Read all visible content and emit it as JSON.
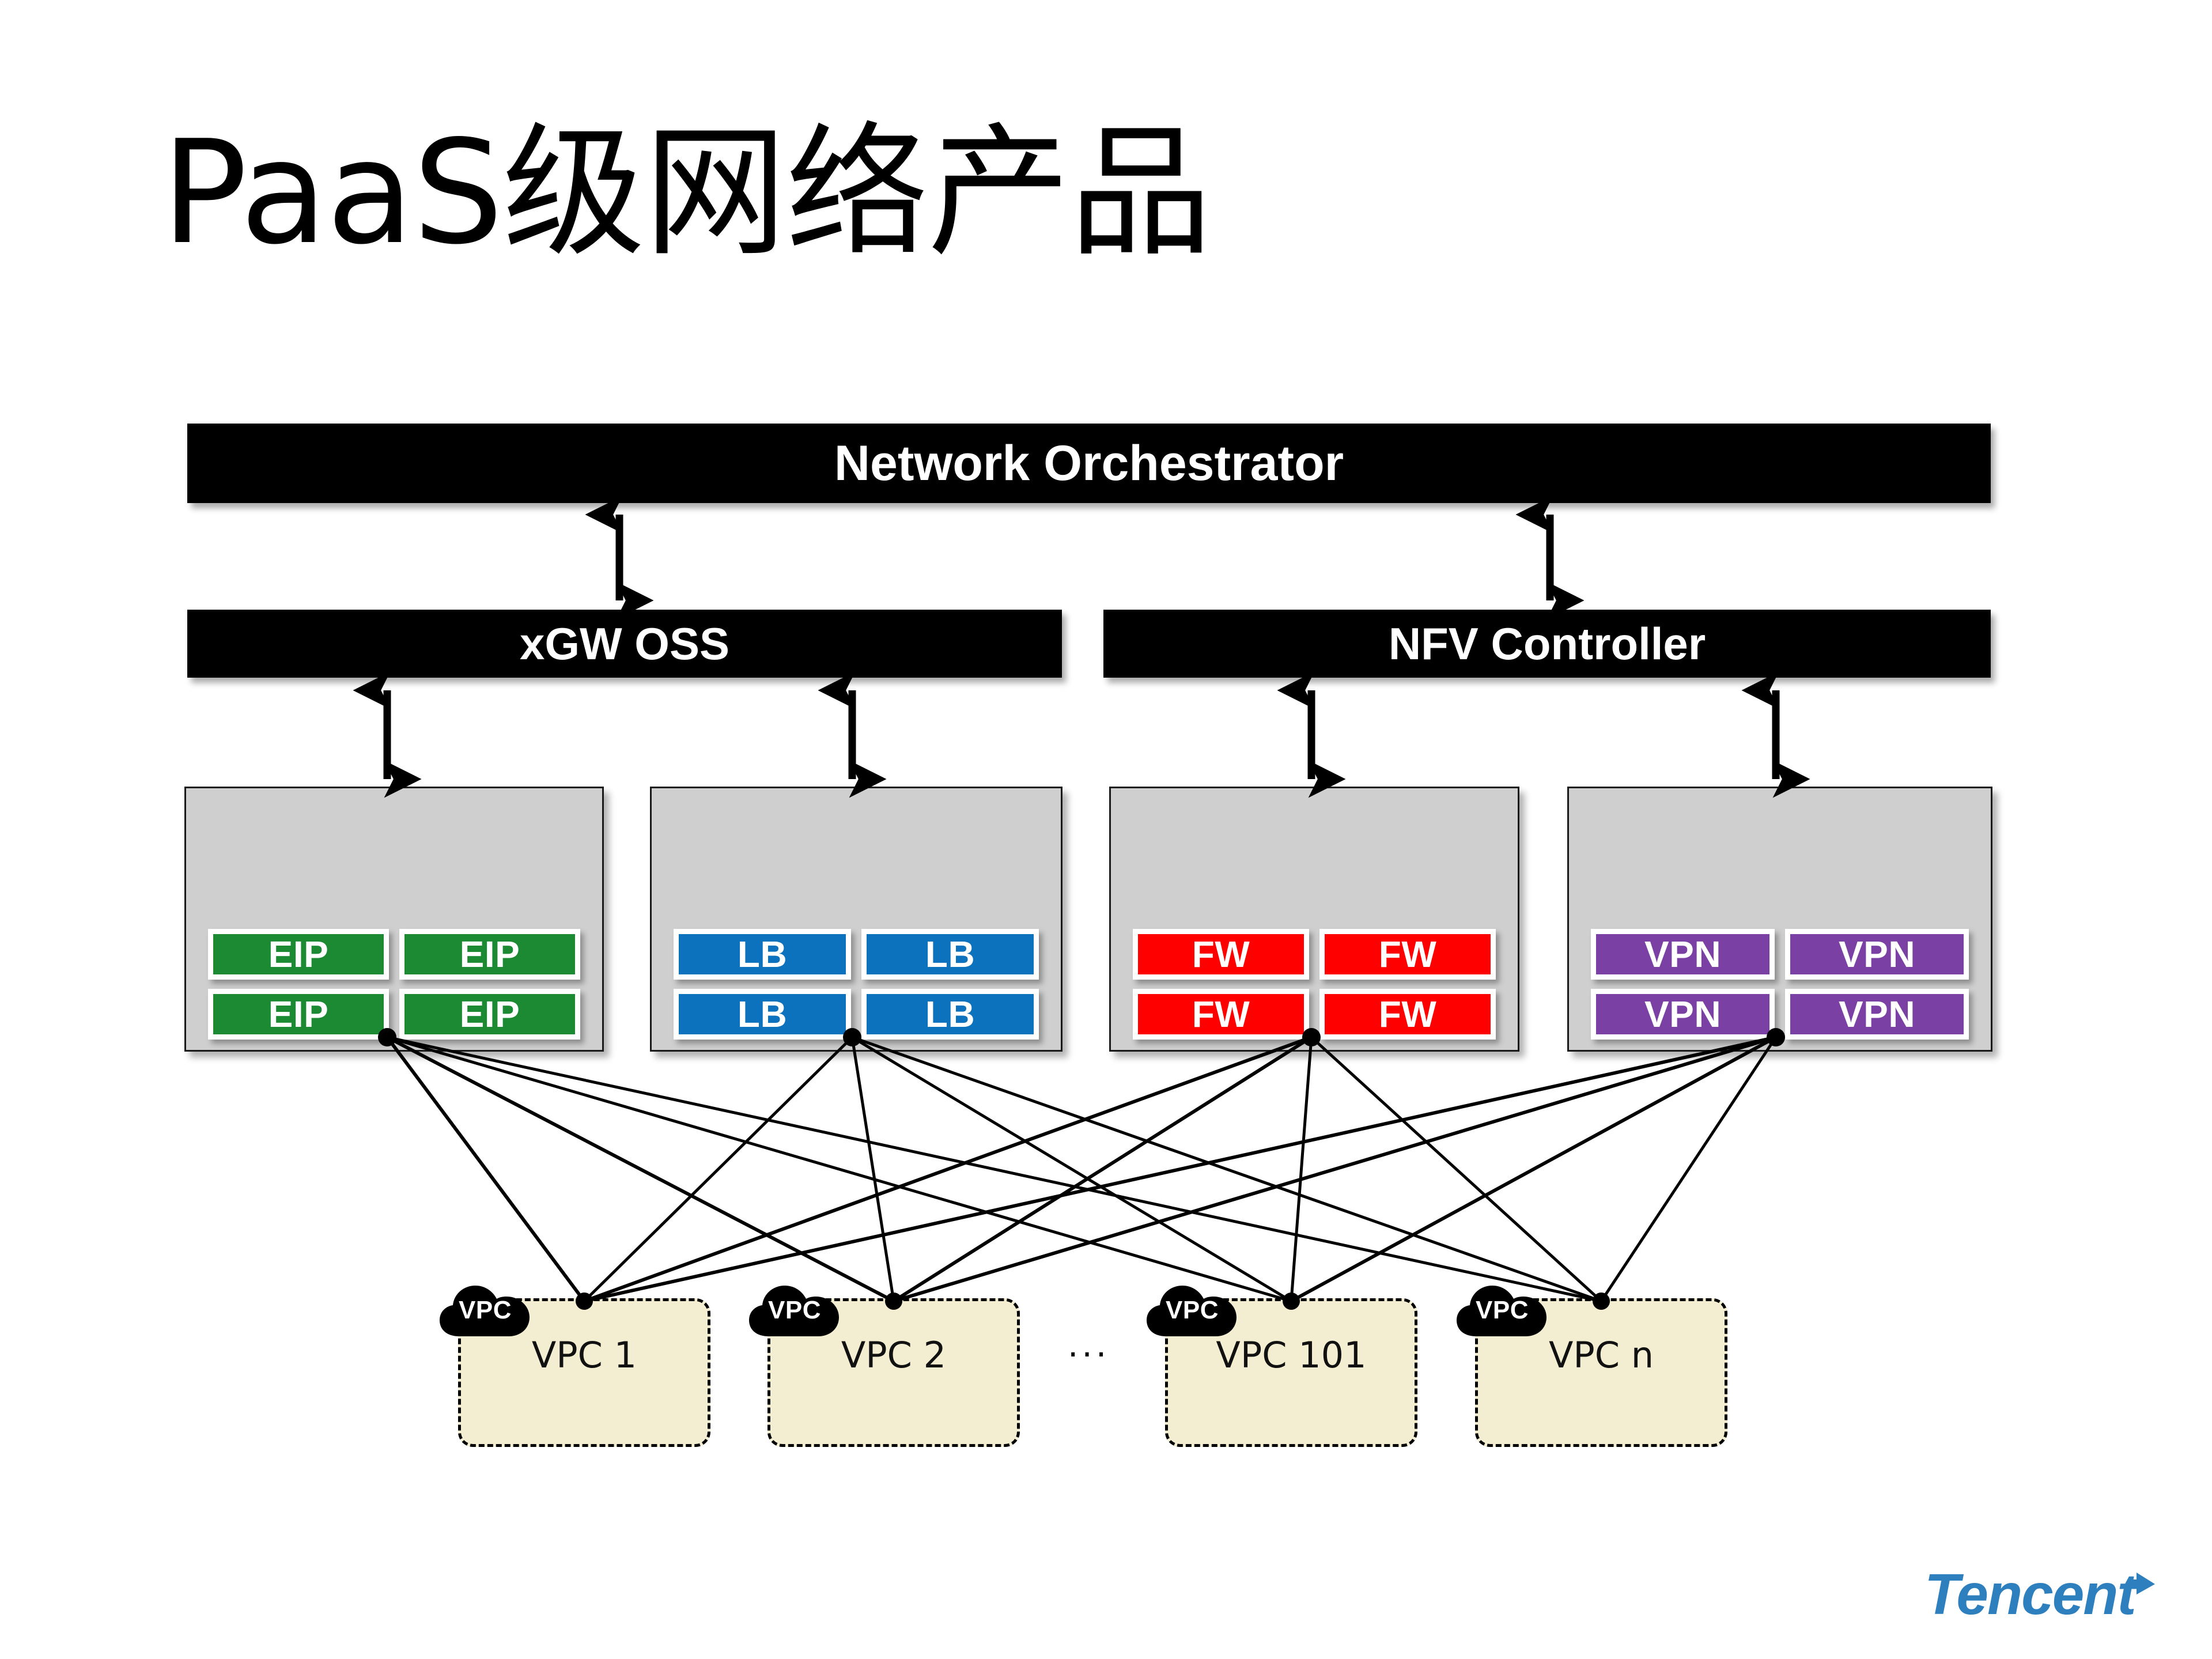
{
  "slide": {
    "title": "PaaS级网络产品",
    "background_color": "#FFFFFF"
  },
  "layers": {
    "orchestrator": {
      "label": "Network Orchestrator",
      "color": "#000000",
      "text_color": "#FFFFFF"
    },
    "controllers": [
      {
        "id": "xgw-oss",
        "label": "xGW OSS",
        "color": "#000000",
        "text_color": "#FFFFFF"
      },
      {
        "id": "nfv-controller",
        "label": "NFV Controller",
        "color": "#000000",
        "text_color": "#FFFFFF"
      }
    ],
    "service_groups": [
      {
        "id": "eip",
        "container_color": "#CFCFCF",
        "chip_color": "#1B8A32",
        "chips": [
          "EIP",
          "EIP",
          "EIP",
          "EIP"
        ]
      },
      {
        "id": "lb",
        "container_color": "#CFCFCF",
        "chip_color": "#0D72BE",
        "chips": [
          "LB",
          "LB",
          "LB",
          "LB"
        ]
      },
      {
        "id": "fw",
        "container_color": "#CFCFCF",
        "chip_color": "#FE0000",
        "chips": [
          "FW",
          "FW",
          "FW",
          "FW"
        ]
      },
      {
        "id": "vpn",
        "container_color": "#CFCFCF",
        "chip_color": "#7B40A3",
        "chips": [
          "VPN",
          "VPN",
          "VPN",
          "VPN"
        ]
      }
    ],
    "vpcs": [
      {
        "id": "vpc-1",
        "label": "VPC 1",
        "cloud_label": "VPC",
        "fill": "#F3EED1"
      },
      {
        "id": "vpc-2",
        "label": "VPC 2",
        "cloud_label": "VPC",
        "fill": "#F3EED1"
      },
      {
        "id": "vpc-101",
        "label": "VPC 101",
        "cloud_label": "VPC",
        "fill": "#F3EED1"
      },
      {
        "id": "vpc-n",
        "label": "VPC n",
        "cloud_label": "VPC",
        "fill": "#F3EED1"
      }
    ],
    "vpc_ellipsis": "..."
  },
  "brand": {
    "name": "Tencent",
    "color": "#2E7FBE"
  }
}
